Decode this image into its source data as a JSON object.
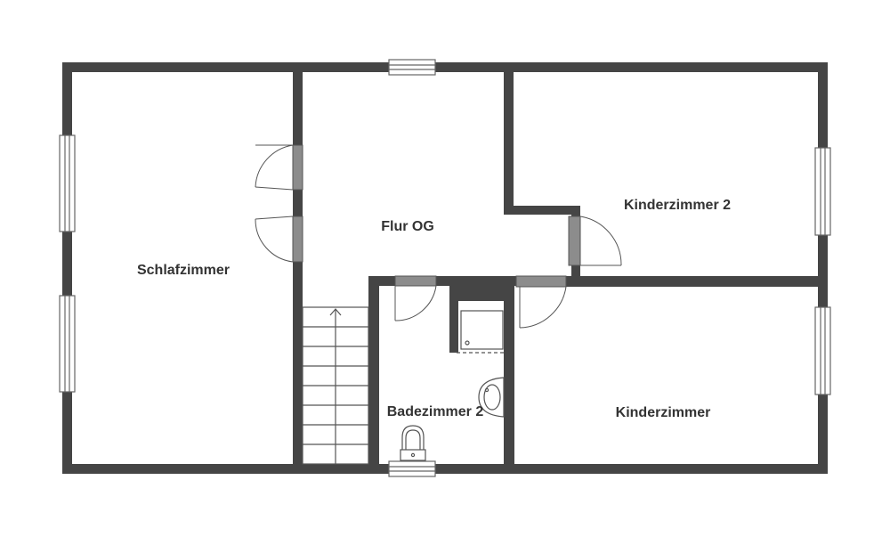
{
  "floor_plan": {
    "colors": {
      "wall": "#454545",
      "door_leaf": "#8c8c8c",
      "fixture_line": "#555555",
      "window_line": "#666666",
      "label": "#333333",
      "background": "#ffffff"
    },
    "rooms": {
      "schlafzimmer": "Schlafzimmer",
      "flur": "Flur OG",
      "kinderzimmer_2": "Kinderzimmer 2",
      "kinderzimmer": "Kinderzimmer",
      "badezimmer_2": "Badezimmer 2"
    },
    "fixtures": [
      "stair-icon",
      "shower-icon",
      "sink-icon",
      "toilet-icon"
    ]
  }
}
